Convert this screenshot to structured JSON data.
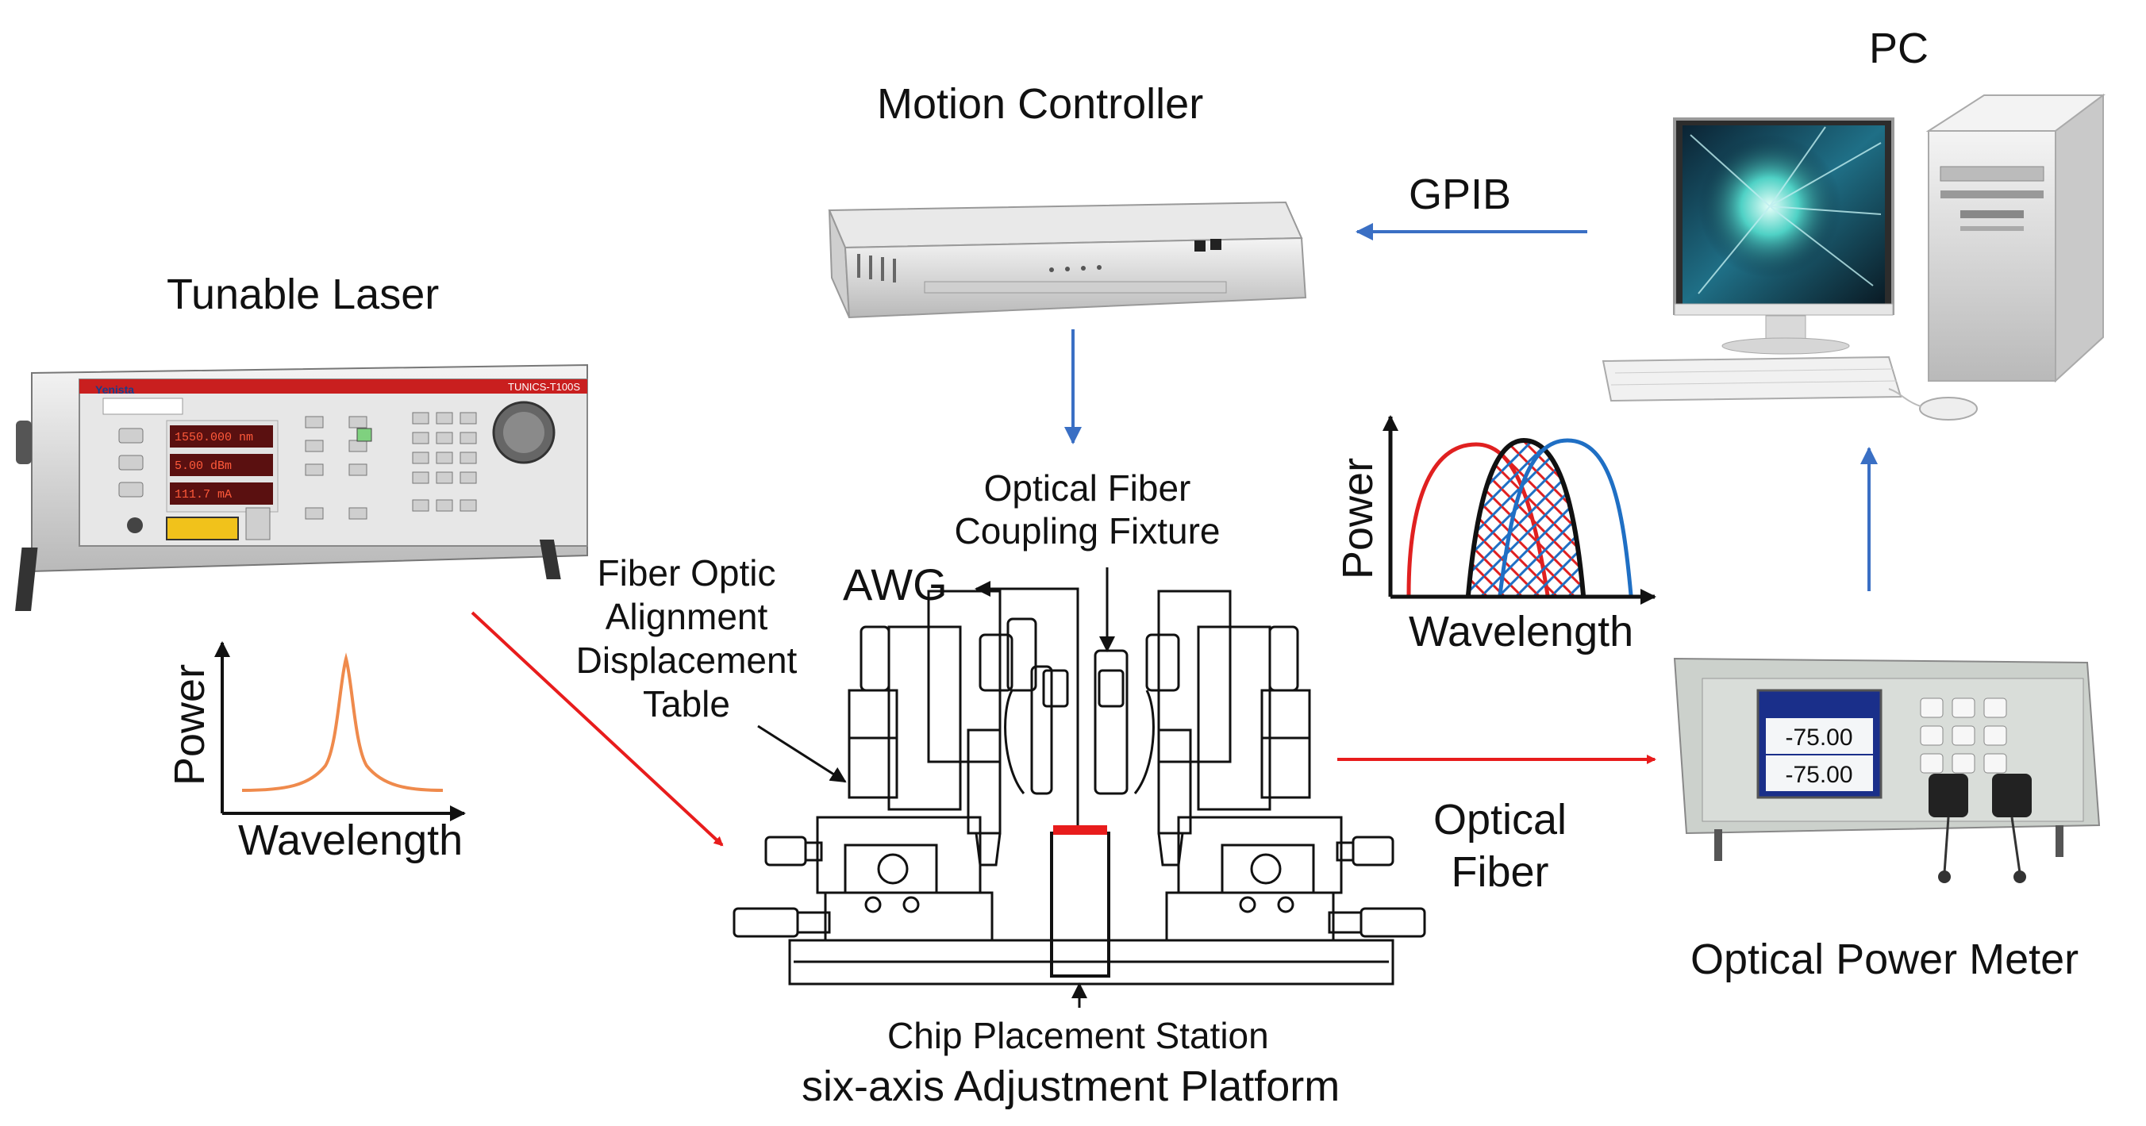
{
  "labels": {
    "tunable_laser": "Tunable Laser",
    "motion_controller": "Motion Controller",
    "pc": "PC",
    "gpib": "GPIB",
    "optical_fiber_coupling_fixture_line1": "Optical Fiber",
    "optical_fiber_coupling_fixture_line2": "Coupling Fixture",
    "awg": "AWG",
    "fiber_alignment_line1": "Fiber Optic",
    "fiber_alignment_line2": "Alignment",
    "fiber_alignment_line3": "Displacement",
    "fiber_alignment_line4": "Table",
    "optical_fiber_line1": "Optical",
    "optical_fiber_line2": "Fiber",
    "optical_power_meter": "Optical Power Meter",
    "chip_placement_station": "Chip Placement Station",
    "six_axis_platform": "six-axis Adjustment Platform"
  },
  "laser_spectrum_plot": {
    "xlabel": "Wavelength",
    "ylabel": "Power",
    "curve_color": "#ef8a4c"
  },
  "output_spectrum_plot": {
    "xlabel": "Wavelength",
    "ylabel": "Power",
    "colors": [
      "#e02020",
      "#111111",
      "#1f6fc4"
    ]
  },
  "laser_display": [
    "1550.000 nm",
    "5.00 dBm",
    "111.7 mA"
  ],
  "laser_brand": "Yenista",
  "laser_model": "TUNICS-T100S",
  "power_meter_readings": [
    "-75.00",
    "-75.00"
  ],
  "colors": {
    "signal_arrow": "#e81c1c",
    "control_arrow": "#3a6fc4",
    "chip_marker": "#e81c1c"
  }
}
